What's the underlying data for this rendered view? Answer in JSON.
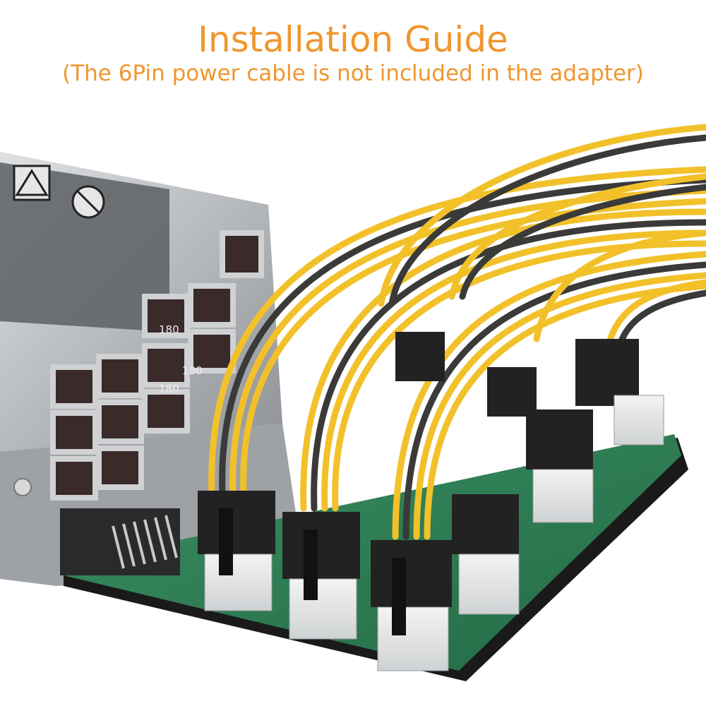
{
  "header": {
    "title": "Installation Guide",
    "subtitle": "(The 6Pin power cable is not included in the adapter)"
  },
  "psu_label": {
    "text_line1": "180",
    "text_line2": "180",
    "text_line3": "180"
  },
  "colors": {
    "accent": "#f0962e",
    "cable_yellow": "#f2c12a",
    "cable_black": "#3a3a38",
    "pcb_green": "#2f7f55",
    "connector_black": "#222222",
    "psu_metal": "#b9bcc0"
  },
  "icons": [
    "warning-icon",
    "no-symbol-icon"
  ]
}
